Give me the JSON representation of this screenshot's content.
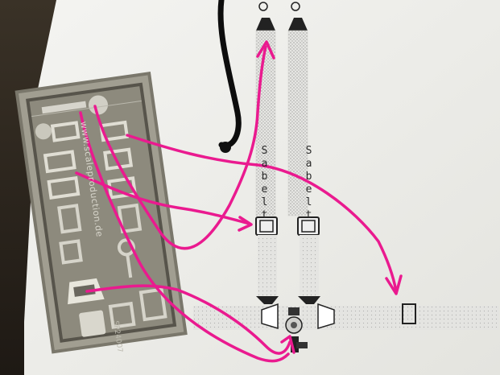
{
  "belt_label_left": "Sabelt",
  "belt_label_right": "Sabelt",
  "fret_website": "www.scaleproduction.de",
  "fret_code": "SP24007",
  "colors": {
    "paper": "#eeeeea",
    "background": "#2a241c",
    "fret_metal": "#8d8a7d",
    "arrow_ink": "#ea1a8f",
    "belt_stipple": "#cfcfcd",
    "cable": "#0d0d0d"
  }
}
